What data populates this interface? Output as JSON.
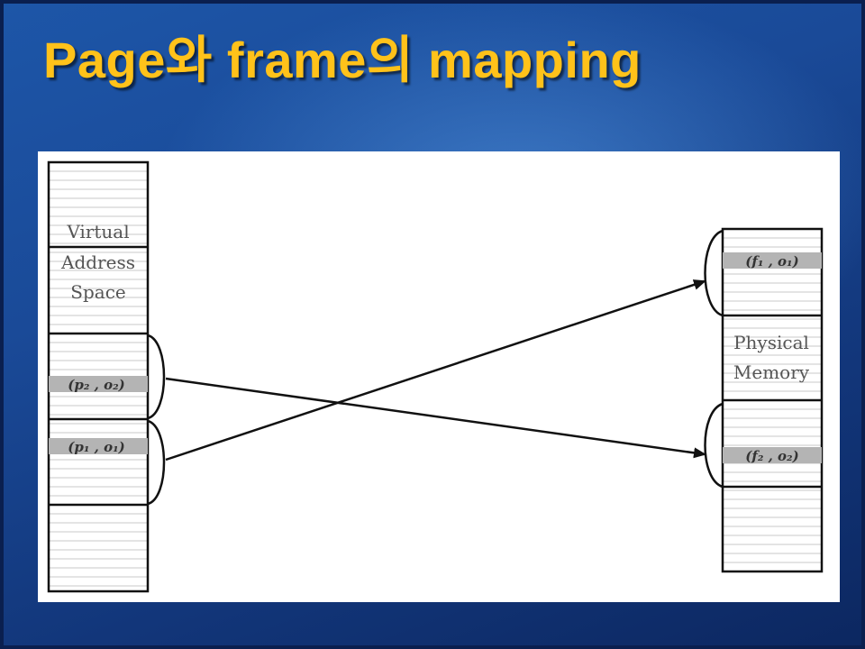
{
  "slide": {
    "title": "Page와 frame의 mapping"
  },
  "diagram": {
    "virtual": {
      "label_lines": [
        "Virtual",
        "Address",
        "Space"
      ],
      "entry_p2": "(p₂ , o₂)",
      "entry_p1": "(p₁ , o₁)"
    },
    "physical": {
      "label_lines": [
        "Physical",
        "Memory"
      ],
      "entry_f1": "(f₁ , o₁)",
      "entry_f2": "(f₂ , o₂)"
    },
    "mappings": [
      {
        "from": "(p₂ , o₂)",
        "to": "(f₂ , o₂)"
      },
      {
        "from": "(p₁ , o₁)",
        "to": "(f₁ , o₁)"
      }
    ],
    "colors": {
      "line": "#111111",
      "stripe": "#c8c8c8",
      "highlight": "#b4b4b4",
      "title": "#ffc21a"
    }
  }
}
